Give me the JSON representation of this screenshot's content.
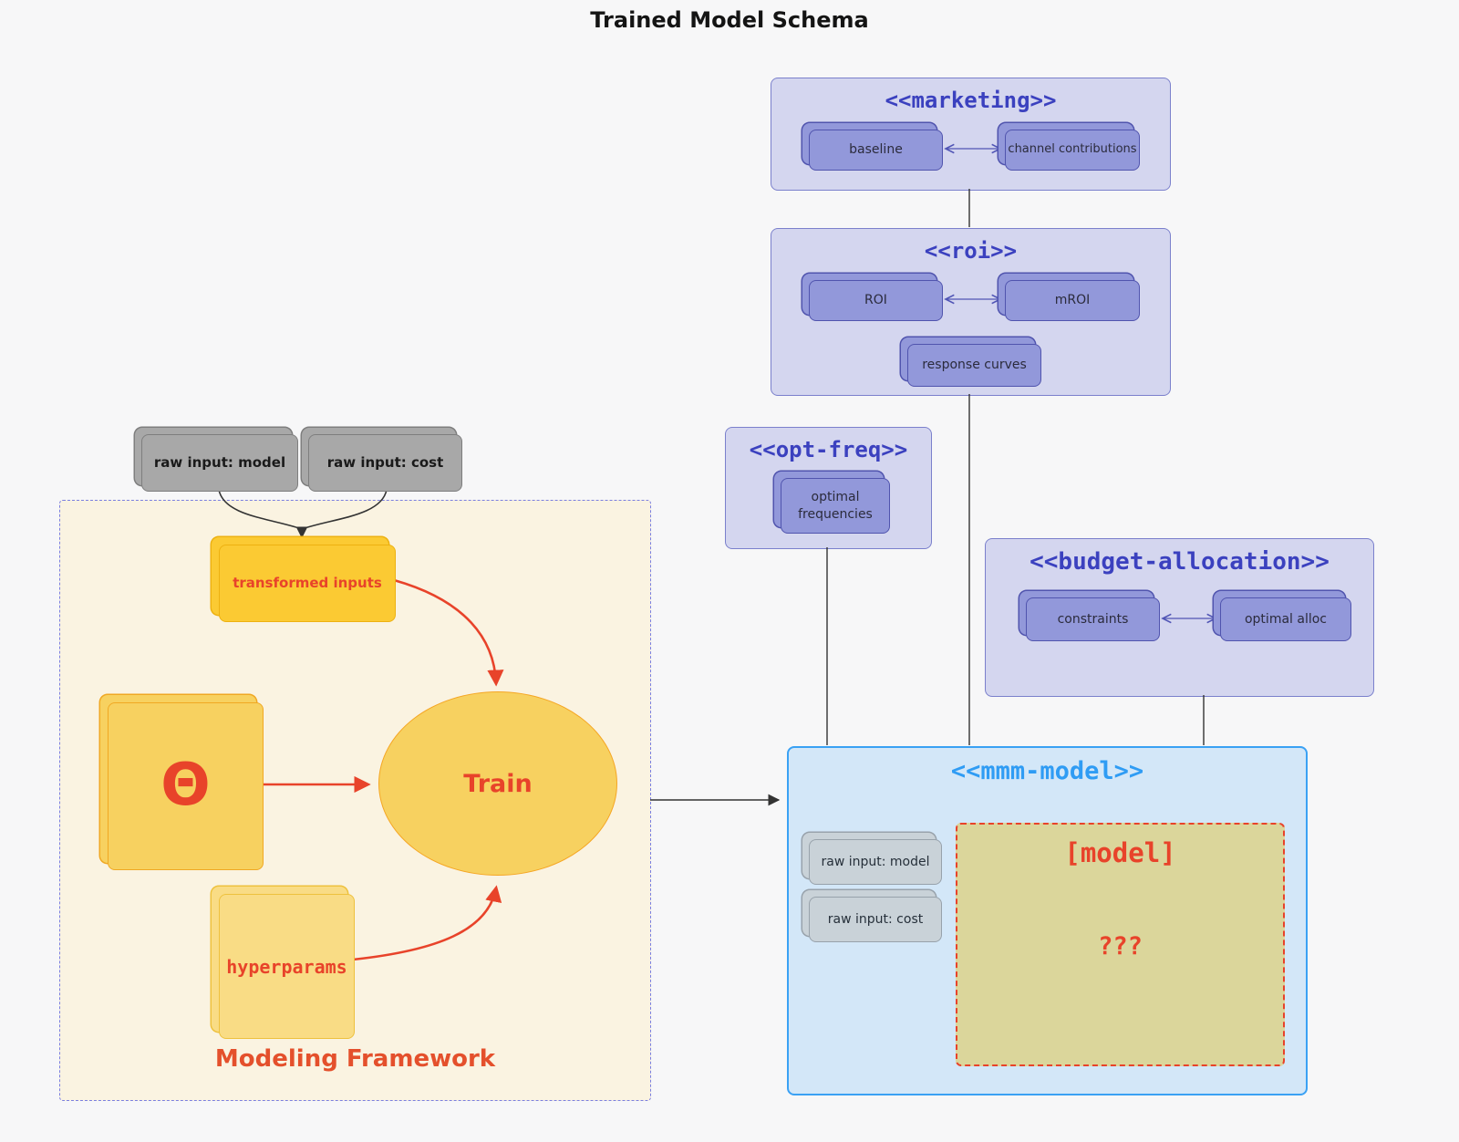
{
  "page_title": "Trained Model Schema",
  "colors": {
    "purple_container_bg": "#d4d6ef",
    "purple_container_border": "#7b80cc",
    "purple_title": "#3b41bf",
    "purple_node_bg": "#9298da",
    "purple_node_border": "#5054ae",
    "blue_container_bg": "#d3e7f8",
    "blue_container_border": "#3aa1f4",
    "blue_title": "#2f9cf4",
    "khaki_bg": "#dbd69b",
    "red_accent": "#e8432a",
    "framework_bg": "#faf3e1",
    "framework_border": "#7b7fe0",
    "yellow_node_bg": "#fbca33",
    "yellow_light_bg": "#f7d160",
    "gray_node_bg": "#a8a8a8",
    "line_color": "#333333"
  },
  "containers": {
    "marketing": {
      "title": "<<marketing>>",
      "nodes": {
        "baseline": "baseline",
        "channel_contributions": "channel contributions"
      }
    },
    "roi": {
      "title": "<<roi>>",
      "nodes": {
        "roi": "ROI",
        "mroi": "mROI",
        "response_curves": "response curves"
      }
    },
    "opt_freq": {
      "title": "<<opt-freq>>",
      "nodes": {
        "optimal_frequencies": "optimal frequencies"
      }
    },
    "budget_allocation": {
      "title": "<<budget-allocation>>",
      "nodes": {
        "constraints": "constraints",
        "optimal_alloc": "optimal alloc"
      }
    },
    "mmm_model": {
      "title": "<<mmm-model>>",
      "nodes": {
        "raw_input_model": "raw input: model",
        "raw_input_cost": "raw input: cost"
      },
      "model_box": {
        "title": "[model]",
        "placeholder": "???"
      }
    }
  },
  "raw_inputs": {
    "model": "raw input: model",
    "cost": "raw input: cost"
  },
  "framework": {
    "title": "Modeling Framework",
    "nodes": {
      "transformed_inputs": "transformed inputs",
      "theta": "Θ",
      "train": "Train",
      "hyperparams": "hyperparams"
    }
  }
}
